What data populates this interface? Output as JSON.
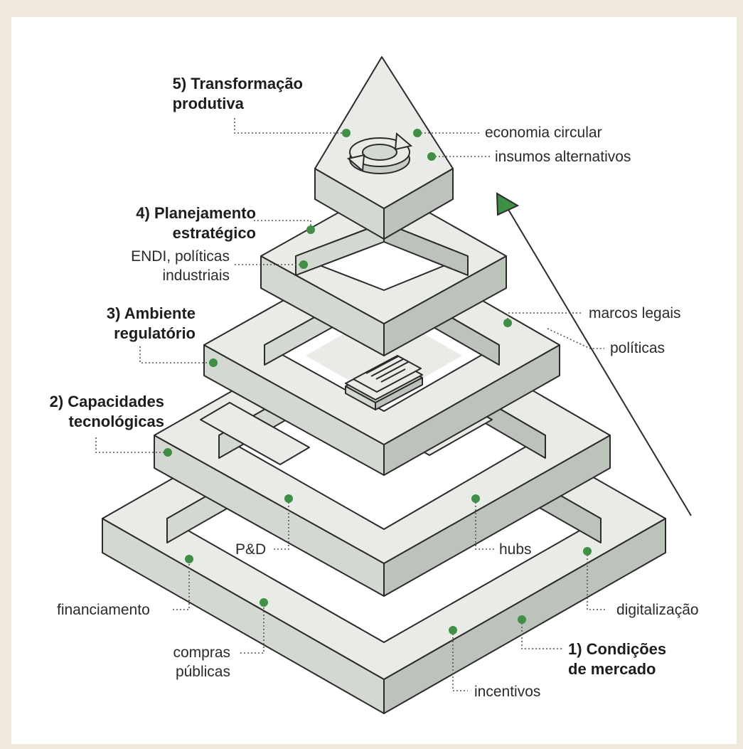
{
  "levels": [
    {
      "title_line1": "5) Transformação",
      "title_line2": "produtiva"
    },
    {
      "title_line1": "4) Planejamento",
      "title_line2": "estratégico"
    },
    {
      "title_line1": "3) Ambiente",
      "title_line2": "regulatório"
    },
    {
      "title_line1": "2) Capacidades",
      "title_line2": "tecnológicas"
    },
    {
      "title_line1": "1) Condições",
      "title_line2": "de mercado"
    }
  ],
  "items": {
    "economia_circular": "economia circular",
    "insumos_alternativos": "insumos alternativos",
    "endi_line1": "ENDI, políticas",
    "endi_line2": "industriais",
    "marcos_legais": "marcos legais",
    "politicas": "políticas",
    "pd": "P&D",
    "hubs": "hubs",
    "financiamento": "financiamento",
    "digitalizacao": "digitalização",
    "compras_line1": "compras",
    "compras_line2": "públicas",
    "incentivos": "incentivos"
  },
  "colors": {
    "background": "#efe9dc",
    "block_top": "#e8ebe6",
    "block_left": "#d3d8d1",
    "block_right": "#bcc3bb",
    "outline": "#2b2b2b",
    "marker_green": "#3f8f45",
    "arrow_green": "#3f8f45"
  },
  "icons": [
    "recycle-icon",
    "document-icon",
    "arrow-up-icon"
  ]
}
